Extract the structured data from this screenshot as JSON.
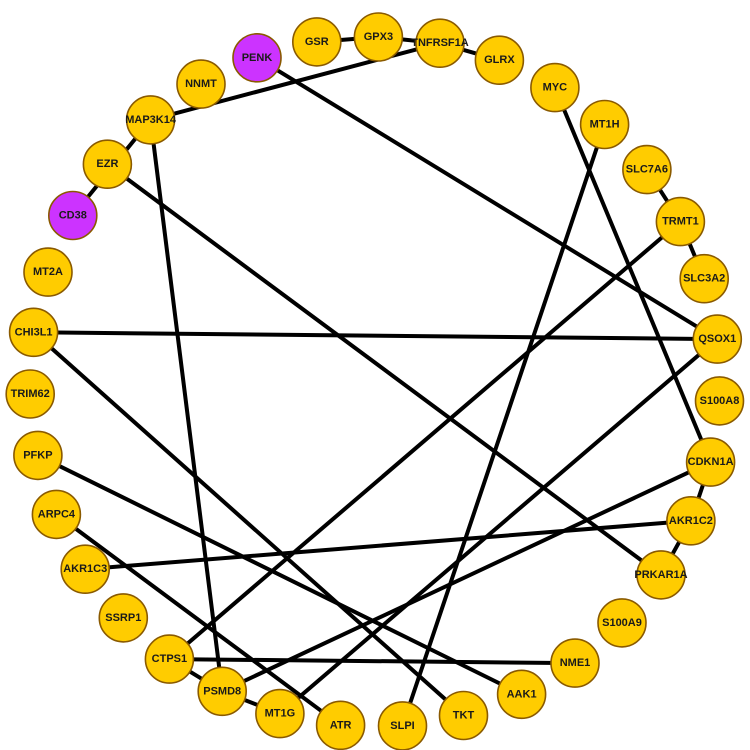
{
  "colors": {
    "default_node": "#FFCC00",
    "highlight_node": "#CC33FF",
    "edge": "#000000"
  },
  "nodes": [
    {
      "id": "PENK",
      "highlight": true
    },
    {
      "id": "GSR"
    },
    {
      "id": "GPX3"
    },
    {
      "id": "TNFRSF1A"
    },
    {
      "id": "GLRX"
    },
    {
      "id": "MYC"
    },
    {
      "id": "MT1H"
    },
    {
      "id": "SLC7A6"
    },
    {
      "id": "TRMT1"
    },
    {
      "id": "SLC3A2"
    },
    {
      "id": "QSOX1"
    },
    {
      "id": "S100A8"
    },
    {
      "id": "CDKN1A"
    },
    {
      "id": "AKR1C2"
    },
    {
      "id": "PRKAR1A"
    },
    {
      "id": "S100A9"
    },
    {
      "id": "NME1"
    },
    {
      "id": "AAK1"
    },
    {
      "id": "TKT"
    },
    {
      "id": "SLPI"
    },
    {
      "id": "ATR"
    },
    {
      "id": "MT1G"
    },
    {
      "id": "PSMD8"
    },
    {
      "id": "CTPS1"
    },
    {
      "id": "SSRP1"
    },
    {
      "id": "AKR1C3"
    },
    {
      "id": "ARPC4"
    },
    {
      "id": "PFKP"
    },
    {
      "id": "TRIM62"
    },
    {
      "id": "CHI3L1"
    },
    {
      "id": "MT2A"
    },
    {
      "id": "CD38",
      "highlight": true
    },
    {
      "id": "EZR"
    },
    {
      "id": "MAP3K14"
    },
    {
      "id": "NNMT"
    }
  ],
  "edges": [
    [
      "GSR",
      "GPX3"
    ],
    [
      "GPX3",
      "TNFRSF1A"
    ],
    [
      "TNFRSF1A",
      "GLRX"
    ],
    [
      "MAP3K14",
      "TNFRSF1A"
    ],
    [
      "PENK",
      "QSOX1"
    ],
    [
      "CD38",
      "MAP3K14"
    ],
    [
      "MAP3K14",
      "PSMD8"
    ],
    [
      "EZR",
      "PRKAR1A"
    ],
    [
      "MYC",
      "CDKN1A"
    ],
    [
      "MT1H",
      "SLPI"
    ],
    [
      "TRMT1",
      "SLC3A2"
    ],
    [
      "SLC7A6",
      "TRMT1"
    ],
    [
      "TRMT1",
      "CTPS1"
    ],
    [
      "CHI3L1",
      "QSOX1"
    ],
    [
      "CHI3L1",
      "TKT"
    ],
    [
      "QSOX1",
      "MT1G"
    ],
    [
      "CDKN1A",
      "AKR1C2"
    ],
    [
      "CDKN1A",
      "PSMD8"
    ],
    [
      "AKR1C3",
      "AKR1C2"
    ],
    [
      "AKR1C2",
      "PRKAR1A"
    ],
    [
      "CTPS1",
      "PSMD8"
    ],
    [
      "PSMD8",
      "MT1G"
    ],
    [
      "CTPS1",
      "NME1"
    ],
    [
      "PFKP",
      "AAK1"
    ],
    [
      "ARPC4",
      "ATR"
    ]
  ]
}
